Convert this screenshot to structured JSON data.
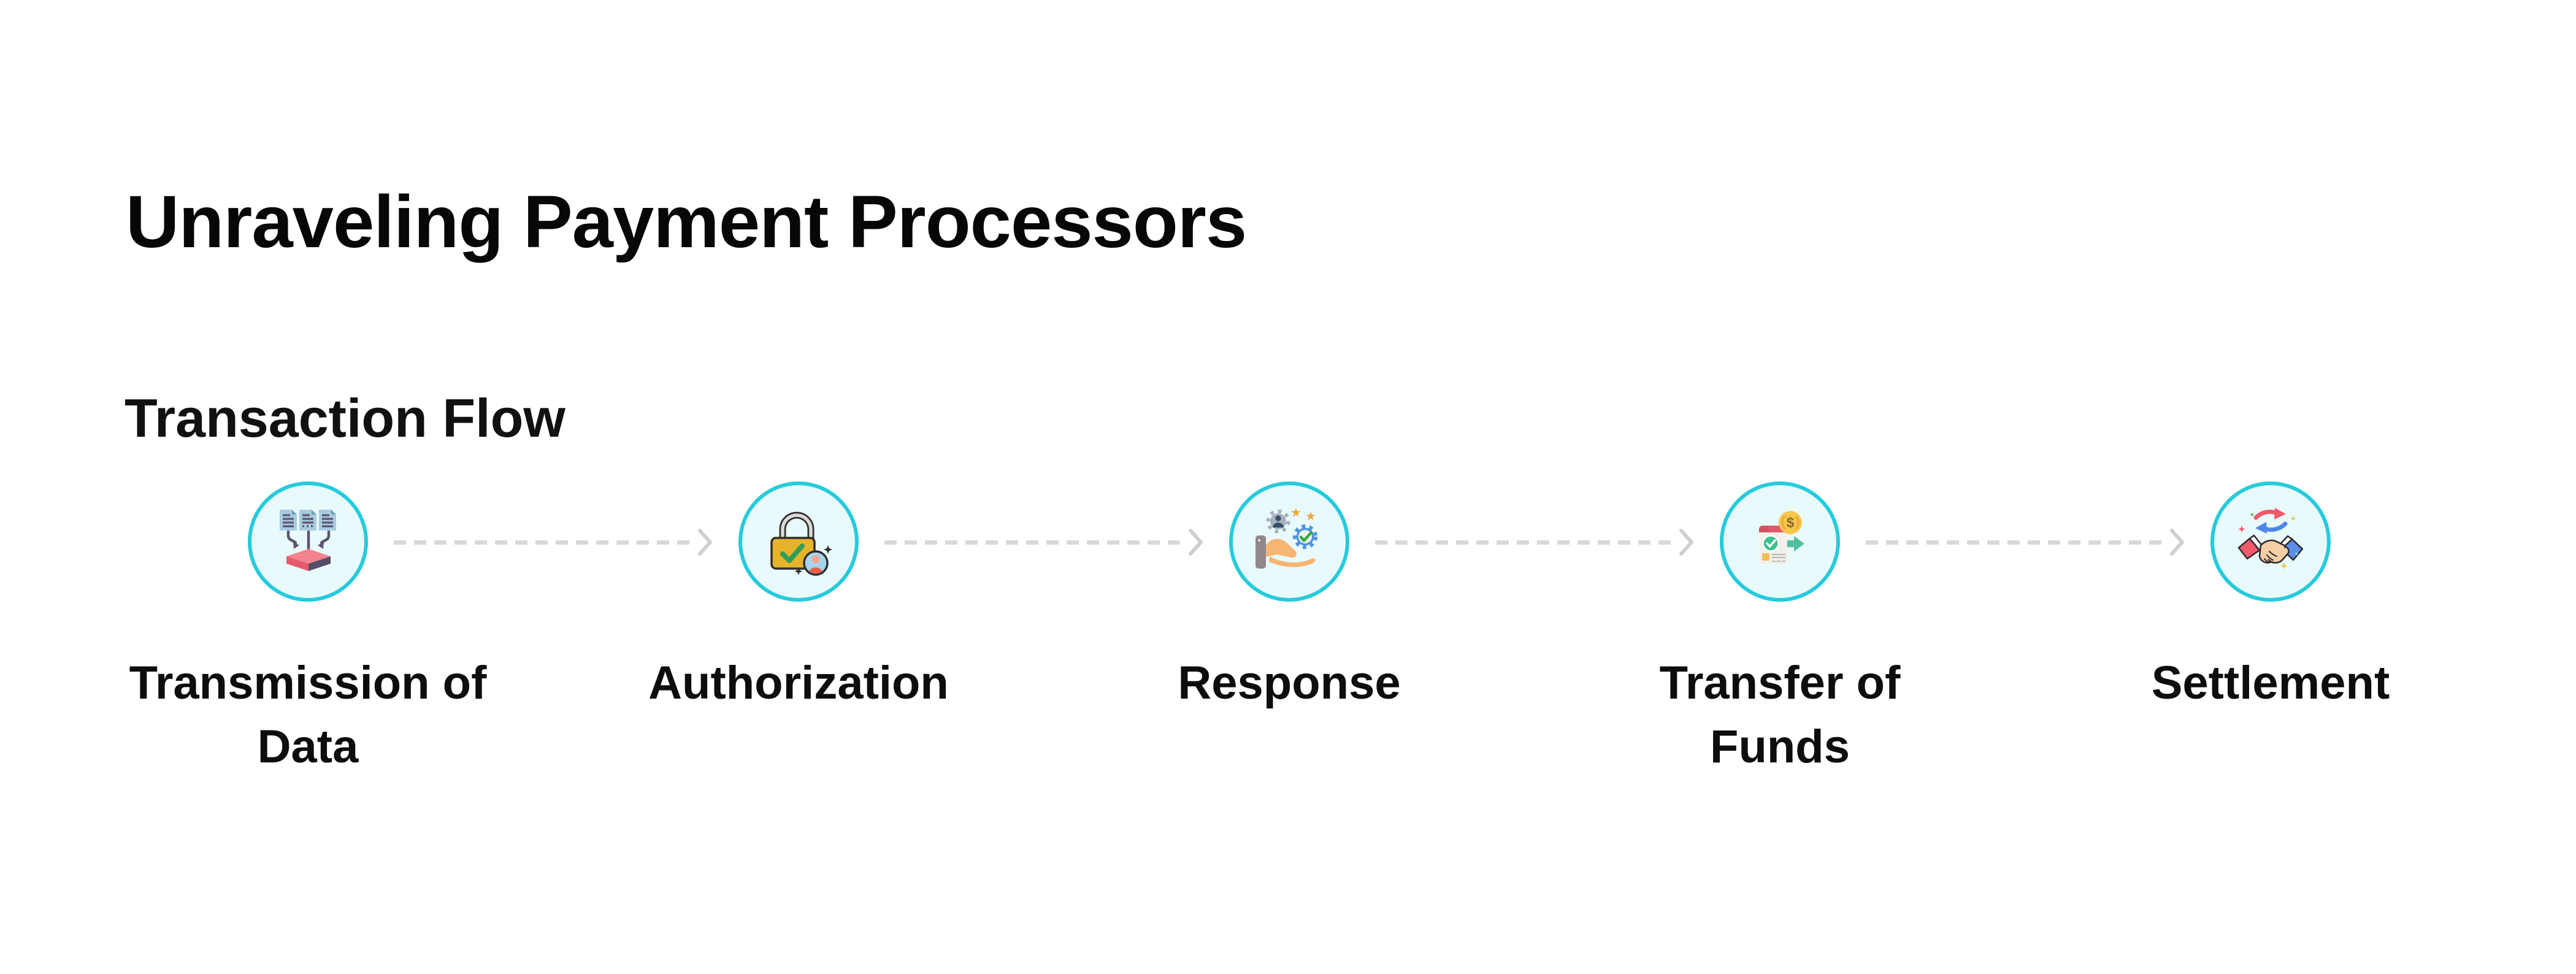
{
  "page": {
    "title": "Unraveling Payment Processors",
    "background_color": "#ffffff",
    "text_color": "#0d0d0d"
  },
  "section": {
    "title": "Transaction Flow"
  },
  "flow": {
    "type": "horizontal-process-flow",
    "connector_style": "gray-dashed-line-with-chevron-arrow",
    "colors": {
      "circle_border": "#25cbdc",
      "circle_fill": "#e9fafc",
      "connector": "#d9d9d9",
      "label_text": "#0d0d0d"
    },
    "steps": [
      {
        "label": "Transmission of Data",
        "icon": "documents-to-server-icon"
      },
      {
        "label": "Authorization",
        "icon": "padlock-verified-user-icon"
      },
      {
        "label": "Response",
        "icon": "hand-approval-badge-icon"
      },
      {
        "label": "Transfer of Funds",
        "icon": "receipt-coin-transfer-icon"
      },
      {
        "label": "Settlement",
        "icon": "handshake-exchange-icon"
      }
    ]
  }
}
